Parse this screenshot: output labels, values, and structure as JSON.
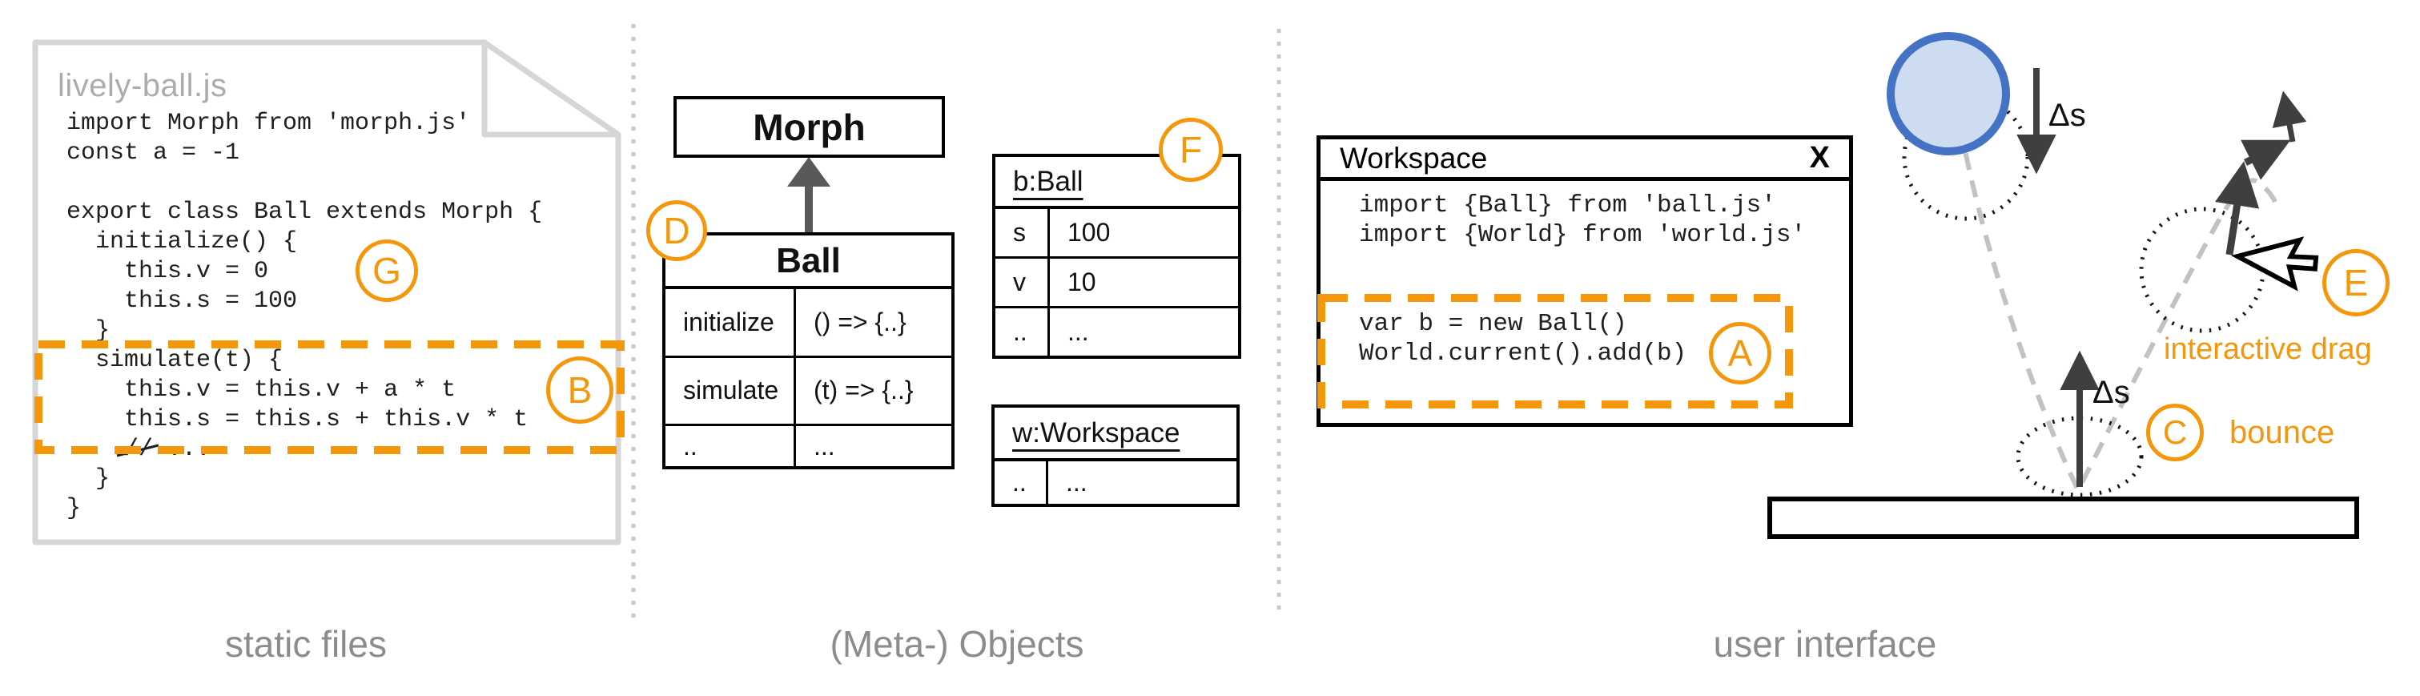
{
  "sections": {
    "left_label": "static files",
    "middle_label": "(Meta-) Objects",
    "right_label": "user interface"
  },
  "file": {
    "name": "lively-ball.js",
    "code": [
      "import Morph from 'morph.js'",
      "const a = -1",
      "",
      "export class Ball extends Morph {",
      "  initialize() {",
      "    this.v = 0",
      "    this.s = 100",
      "  }",
      "  simulate(t) {",
      "    this.v = this.v + a * t",
      "    this.s = this.s + this.v * t",
      "    // ...",
      "  }",
      "}"
    ]
  },
  "meta_objects": {
    "morph_class_label": "Morph",
    "ball_class": {
      "title": "Ball",
      "rows": [
        [
          "initialize",
          "() => {..}"
        ],
        [
          "simulate",
          "(t) => {..}"
        ],
        [
          "..",
          "..."
        ]
      ]
    },
    "ball_instance": {
      "title": "b:Ball",
      "rows": [
        [
          "s",
          "100"
        ],
        [
          "v",
          "10"
        ],
        [
          "..",
          "..."
        ]
      ]
    },
    "workspace_instance": {
      "title": "w:Workspace",
      "rows": [
        [
          "..",
          "..."
        ]
      ]
    }
  },
  "workspace_window": {
    "title": "Workspace",
    "close_label": "X",
    "code": [
      "import {Ball} from 'ball.js'",
      "import {World} from 'world.js'",
      "",
      "",
      "var b = new Ball()",
      "World.current().add(b)"
    ]
  },
  "annotations": {
    "a": "A",
    "b": "B",
    "c": "C",
    "d": "D",
    "e": "E",
    "f": "F",
    "g": "G",
    "delta_s": "Δs",
    "bounce_label": "bounce",
    "drag_label": "interactive drag"
  },
  "colors": {
    "accent_orange": "#f5970b",
    "ball_fill": "#cedcf2",
    "ball_stroke": "#4472c4",
    "divider_gray": "#c8c8c8",
    "document_gray": "#d6d6d6",
    "label_gray": "#8c8c8c",
    "arrow_dark": "#3f3f3f"
  }
}
